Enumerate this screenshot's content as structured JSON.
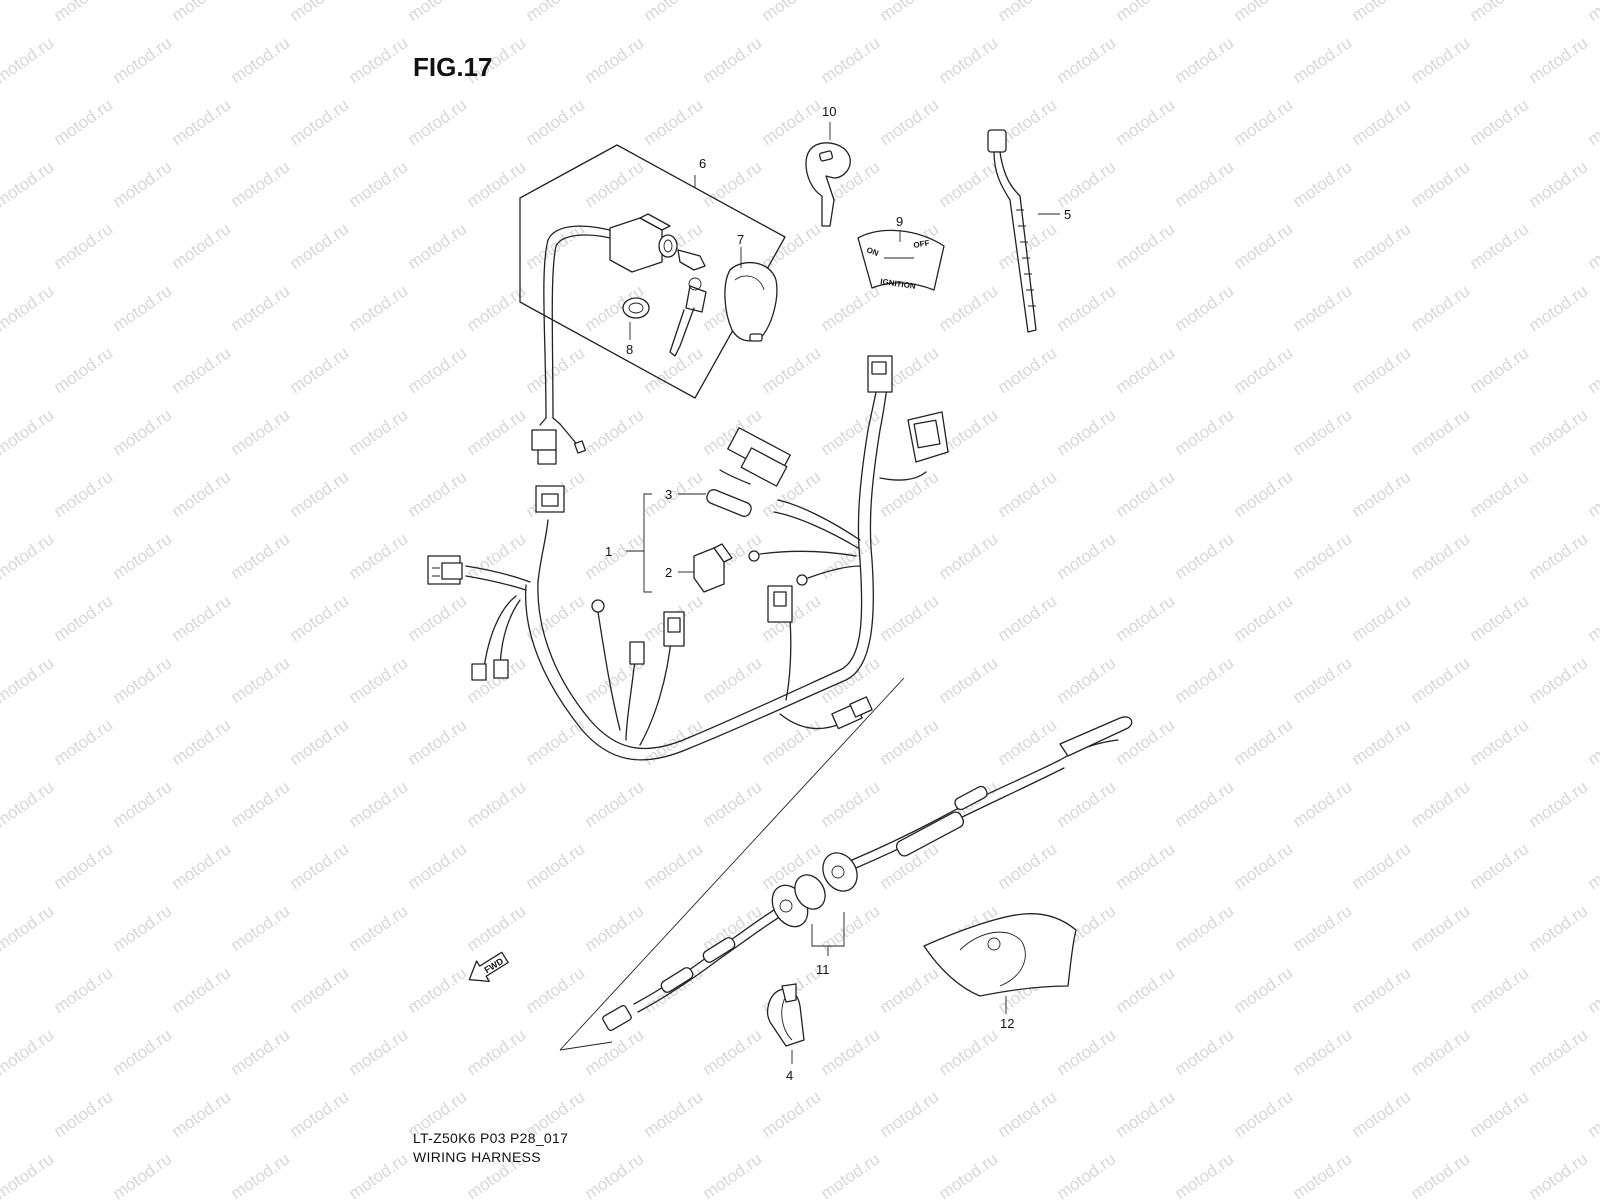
{
  "figure_title": "FIG.17",
  "watermark": "motod.ru",
  "footer": {
    "model_code": "LT-Z50K6 P03 P28_017",
    "caption": "WIRING HARNESS"
  },
  "forward_arrow_label": "FWD",
  "ignition_decal": {
    "on_label": "ON",
    "off_label": "OFF",
    "ignition_label": "IGNITION"
  },
  "callouts": [
    "1",
    "2",
    "3",
    "4",
    "5",
    "6",
    "7",
    "8",
    "9",
    "10",
    "11",
    "12"
  ],
  "colors": {
    "line": "#222222",
    "background": "#ffffff",
    "watermark": "#b8b8b8"
  }
}
